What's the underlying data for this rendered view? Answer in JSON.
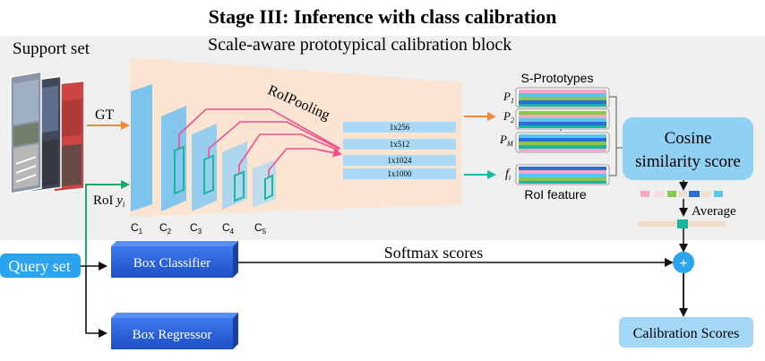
{
  "title": "Stage III: Inference with class calibration",
  "support_set_label": "Support set",
  "block_title": "Scale-aware prototypical calibration block",
  "gt_label": "GT",
  "roi_label": "RoI ",
  "roi_var": "y",
  "roi_var_sub": "i",
  "roipooling_label": "RoIPooling",
  "layers": [
    {
      "main": "C",
      "sub": "1"
    },
    {
      "main": "C",
      "sub": "2"
    },
    {
      "main": "C",
      "sub": "3"
    },
    {
      "main": "C",
      "sub": "4"
    },
    {
      "main": "C",
      "sub": "5"
    }
  ],
  "feature_sizes": [
    "1x256",
    "1x512",
    "1x1024",
    "1x1000"
  ],
  "s_prototypes_label": "S-Prototypes",
  "prototypes": [
    {
      "main": "P",
      "sub": "1"
    },
    {
      "main": "P",
      "sub": "2"
    },
    {
      "main": "P",
      "sub": "M"
    }
  ],
  "dots": ":",
  "f_label": {
    "main": "f",
    "sub": "i"
  },
  "roi_feature_label": "RoI feature",
  "cosine_line1": "Cosine",
  "cosine_line2": "similarity score",
  "average_label": "Average",
  "query_set_label": "Query set",
  "box_classifier_label": "Box Classifier",
  "box_regressor_label": "Box Regressor",
  "softmax_label": "Softmax scores",
  "plus_symbol": "+",
  "calibration_label": "Calibration Scores",
  "colors": {
    "gray_panel": "#efefef",
    "peach": "#fbe5d2",
    "layer_blue": "#7cc3ee",
    "feature_blue": "#a9d9f5",
    "orange_arrow": "#f08a3c",
    "green_arrow": "#1aab6b",
    "teal_arrow": "#1ab7a0",
    "pink_line": "#f0508c",
    "dark_blue_box": "#2b63d9",
    "cosine_box": "#8fd0f3",
    "plus_circle": "#2aa4f0",
    "query_box": "#2aa4f0",
    "calib_box": "#a4d8f6"
  }
}
